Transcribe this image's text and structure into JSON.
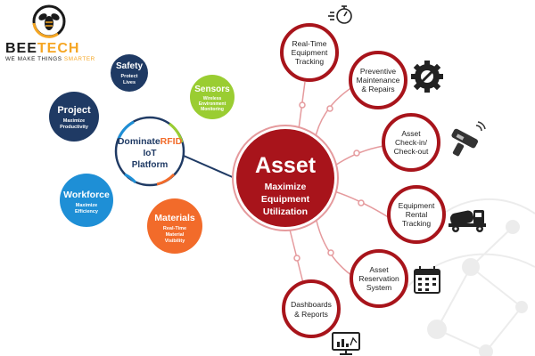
{
  "logo": {
    "brand_a": "BEE",
    "brand_b": "TECH",
    "tagline_a": "WE MAKE THINGS ",
    "tagline_b": "SMARTER",
    "icon": "bee-logo-icon"
  },
  "platform": {
    "name_a": "Dominate",
    "name_b": "RFID",
    "line2": "IoT",
    "line3": "Platform"
  },
  "left_nodes": [
    {
      "key": "safety",
      "title": "Safety",
      "subtitle": [
        "Protect",
        "Lives"
      ],
      "color": "#1f3a64"
    },
    {
      "key": "sensors",
      "title": "Sensors",
      "subtitle": [
        "Wireless",
        "Environment",
        "Monitoring"
      ],
      "color": "#9acd32"
    },
    {
      "key": "project",
      "title": "Project",
      "subtitle": [
        "Maximize",
        "Productivity"
      ],
      "color": "#1f3a64"
    },
    {
      "key": "workforce",
      "title": "Workforce",
      "subtitle": [
        "Maximize",
        "Efficiency"
      ],
      "color": "#1e8fd6"
    },
    {
      "key": "materials",
      "title": "Materials",
      "subtitle": [
        "Real-Time",
        "Material",
        "Visibility"
      ],
      "color": "#f26b2a"
    }
  ],
  "center": {
    "title": "Asset",
    "lines": [
      "Maximize",
      "Equipment",
      "Utilization"
    ],
    "color": "#a8141b"
  },
  "right_nodes": [
    {
      "key": "realtime",
      "lines": [
        "Real-Time",
        "Equipment",
        "Tracking"
      ],
      "icon": "stopwatch-icon"
    },
    {
      "key": "preventive",
      "lines": [
        "Preventive",
        "Maintenance",
        "& Repairs"
      ],
      "icon": "gear-wrench-icon"
    },
    {
      "key": "checkin",
      "lines": [
        "Asset",
        "Check-in/",
        "Check-out"
      ],
      "icon": "rfid-scanner-icon"
    },
    {
      "key": "rental",
      "lines": [
        "Equipment",
        "Rental",
        "Tracking"
      ],
      "icon": "concrete-truck-icon"
    },
    {
      "key": "reservation",
      "lines": [
        "Asset",
        "Reservation",
        "System"
      ],
      "icon": "calendar-icon"
    },
    {
      "key": "dashboards",
      "lines": [
        "Dashboards",
        "& Reports"
      ],
      "icon": "monitor-chart-icon"
    }
  ],
  "colors": {
    "ring_red": "#a8141b",
    "connector": "#e59a9d",
    "navy": "#1f3a64"
  }
}
